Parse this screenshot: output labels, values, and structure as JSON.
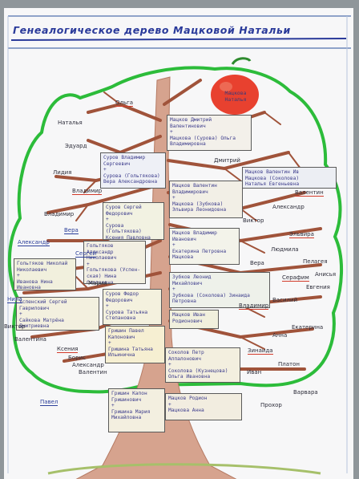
{
  "title": "Генеалогическое дерево Мацковой Натальи",
  "apple_label": "Мацкова\nНаталья",
  "boxes": [
    {
      "text": "Мацков Дмитрий\nВалентинович\n+\nМацкова (Сурова) Ольга\nВладимировна",
      "bg": "#f3f0ea"
    },
    {
      "text": "Суров Владимир\nСергеевич\n+\nСурова (Гольтякова)\nВера Александровна",
      "bg": "#eef0f6"
    },
    {
      "text": "Мацков Валентин Ив\nМацкова (Соколова)\nНаталья Евгеньевна",
      "bg": "#eceef3"
    },
    {
      "text": "Мацков Валентин\nВладимирович\n+\nМацкова (Зубкова)\nЭльвира Леонидовна",
      "bg": "#f2efe6"
    },
    {
      "text": "Суров Сергей\nФедорович\n+\nСурова (Гольтякова)\nКсения Павловна",
      "bg": "#f2f2e2"
    },
    {
      "text": "Мацков Владимир\nИванович\n+\nЕкатерина Петровна\nМацкова",
      "bg": "#f3f3ea"
    },
    {
      "text": "Гольтяков\nАлександр\nНиколаевич\n+\nГольтякова (Успен-\nская) Нина\nСергеевна",
      "bg": "#f2efe2"
    },
    {
      "text": "Гольтяков Николай\nНиколаевич\n+\nИванова Нина\nИвановна",
      "bg": "#f1f0dd"
    },
    {
      "text": "Зубков Леонид\nМихайлович\n+\nЗубкова (Соколова) Зинаида\nПетровна",
      "bg": "#eef1ea"
    },
    {
      "text": "Суров Федор\nФедорович\n+\nСурова Татьяна\nСтепановна",
      "bg": "#f4f1de"
    },
    {
      "text": "Успенский Сергей\nГаврилович\n+\nСайкова Матрёна\nДмитриевна",
      "bg": "#f3f0df"
    },
    {
      "text": "Мацков Иван\nРодионович",
      "bg": "#f1f0dd"
    },
    {
      "text": "Гришин Павел\nКапонович\n+\nГришина Татьяна\nИльинична",
      "bg": "#f6efd2"
    },
    {
      "text": "Соколов Петр\nАппалонович\n+\nСоколова (Кузнецова)\nОльга Ивановна",
      "bg": "#f3efdf"
    },
    {
      "text": "Гришин Капон\nГришинович\n+\nГришина Мария\nМихайловна",
      "bg": "#f3efe0"
    },
    {
      "text": "Мацков Родион\n+\nМацкова Анна",
      "bg": "#f2ede0"
    }
  ],
  "names": [
    "Ольга",
    "Наталья",
    "Эдуард",
    "Лидия",
    "Владимир",
    "Владимир",
    "Вера",
    "Александр",
    "Сергей",
    "Нина",
    "Виктор",
    "Валентина",
    "Ксения",
    "Борис",
    "Александр",
    "Валентин",
    "Павел",
    "Мария",
    "Дмитрий",
    "Валентин",
    "Виктор",
    "Александр",
    "Эльвира",
    "Людмила",
    "Вера",
    "Пелагея",
    "Серафим",
    "Анисья",
    "Евгения",
    "Василий",
    "Владимир",
    "Анна",
    "Екатерина",
    "Зинаида",
    "Иван",
    "Платон",
    "Прохор",
    "Варвара"
  ]
}
